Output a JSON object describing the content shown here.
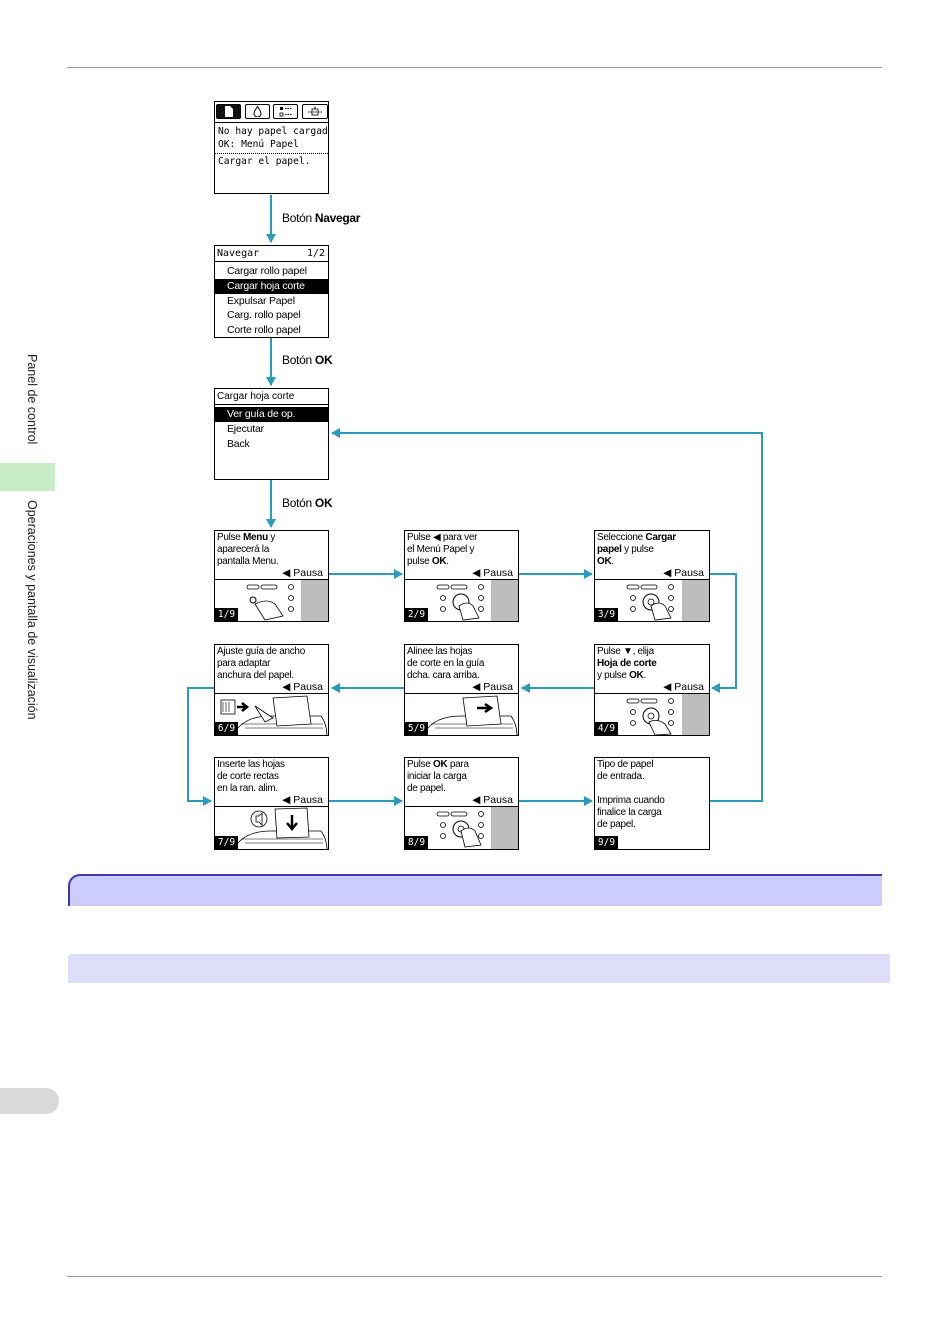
{
  "sidebar": {
    "chapter": "Panel de control",
    "section": "Operaciones y pantalla de visualización"
  },
  "screen_main": {
    "tabs": [
      "paper-icon",
      "ink-icon",
      "settings-icon",
      "printer-icon"
    ],
    "line1": "No hay papel cargado",
    "line2": "OK: Menú Papel",
    "line3": "Cargar el papel."
  },
  "step1": {
    "prefix": "Botón ",
    "key": "Navegar"
  },
  "screen_navegar": {
    "title": "Navegar",
    "page": "1/2",
    "items": [
      "Cargar rollo papel",
      "Cargar hoja corte",
      "Expulsar Papel",
      "Carg. rollo papel",
      "Corte rollo papel"
    ]
  },
  "step2": {
    "prefix": "Botón ",
    "key": "OK"
  },
  "screen_cargar": {
    "title": "Cargar hoja corte",
    "items": [
      "Ver guía de op.",
      "Ejecutar",
      "Back"
    ]
  },
  "step3": {
    "prefix": "Botón ",
    "key": "OK"
  },
  "pausa": "◀ Pausa",
  "guides": {
    "g1": {
      "l1a": "Pulse ",
      "l1b": "Menu",
      "l1c": " y",
      "l2": "aparecerá la",
      "l3": "pantalla Menu.",
      "page": "1/9"
    },
    "g2": {
      "l1": "Pulse ◀ para ver",
      "l2": "el Menú Papel y",
      "l3a": "pulse ",
      "l3b": "OK",
      "l3c": ".",
      "page": "2/9"
    },
    "g3": {
      "l1a": "Seleccione ",
      "l1b": "Cargar",
      "l2a": "papel",
      "l2b": " y pulse",
      "l3a": "OK",
      "l3b": ".",
      "page": "3/9"
    },
    "g4": {
      "l1": "Pulse ▼, elija",
      "l2": "Hoja de corte",
      "l3a": "y pulse ",
      "l3b": "OK",
      "l3c": ".",
      "page": "4/9"
    },
    "g5": {
      "l1": "Alinee las hojas",
      "l2": "de corte en la guía",
      "l3": "dcha. cara arriba.",
      "page": "5/9"
    },
    "g6": {
      "l1": "Ajuste guía de ancho",
      "l2": "para adaptar",
      "l3": "anchura del papel.",
      "page": "6/9"
    },
    "g7": {
      "l1": "Inserte las hojas",
      "l2": "de corte rectas",
      "l3": "en la ran. alim.",
      "page": "7/9"
    },
    "g8": {
      "l1a": "Pulse ",
      "l1b": "OK",
      "l1c": " para",
      "l2": "iniciar la carga",
      "l3": "de papel.",
      "page": "8/9"
    },
    "g9": {
      "l1": "Tipo de papel",
      "l2": "de entrada.",
      "l3": "Imprima cuando",
      "l4": "finalice la carga",
      "l5": "de papel.",
      "page": "9/9"
    }
  },
  "colors": {
    "arrow": "#2a9bbd",
    "band_border": "#3a3ab8",
    "band_fill": "#ccccff",
    "band2_fill": "#dedefa",
    "side_tab": "#c8ebc8"
  }
}
